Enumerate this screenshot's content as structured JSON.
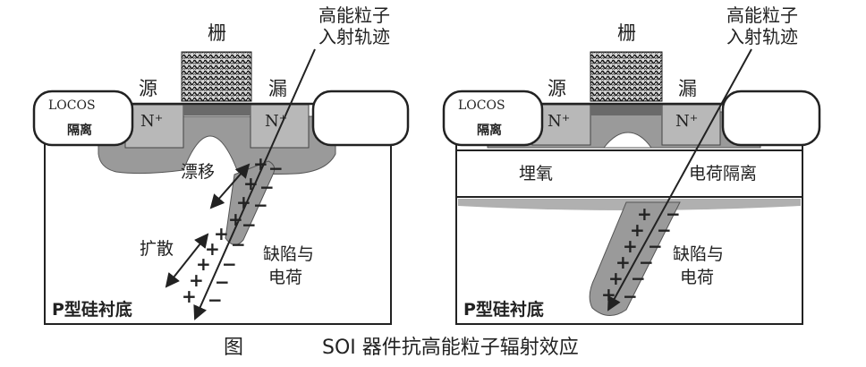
{
  "caption": {
    "prefix": "图",
    "text": "SOI 器件抗高能粒子辐射效应"
  },
  "left_panel": {
    "gate": "栅",
    "source": "源",
    "drain": "漏",
    "locos_line1": "LOCOS",
    "locos_line2": "隔离",
    "n_source": "N⁺",
    "n_drain": "N⁺",
    "track_line1": "高能粒子",
    "track_line2": "入射轨迹",
    "drift": "漂移",
    "diffusion": "扩散",
    "defect_line1": "缺陷与",
    "defect_line2": "电荷",
    "substrate": "P型硅衬底"
  },
  "right_panel": {
    "gate": "栅",
    "source": "源",
    "drain": "漏",
    "locos_line1": "LOCOS",
    "locos_line2": "隔离",
    "n_source": "N⁺",
    "n_drain": "N⁺",
    "track_line1": "高能粒子",
    "track_line2": "入射轨迹",
    "buried_oxide": "埋氧",
    "charge_isolation": "电荷隔离",
    "defect_line1": "缺陷与",
    "defect_line2": "电荷",
    "substrate": "P型硅衬底"
  },
  "colors": {
    "gray": "#9a9a9a",
    "dark_gray": "#6a6a6a",
    "ink": "#222222"
  }
}
